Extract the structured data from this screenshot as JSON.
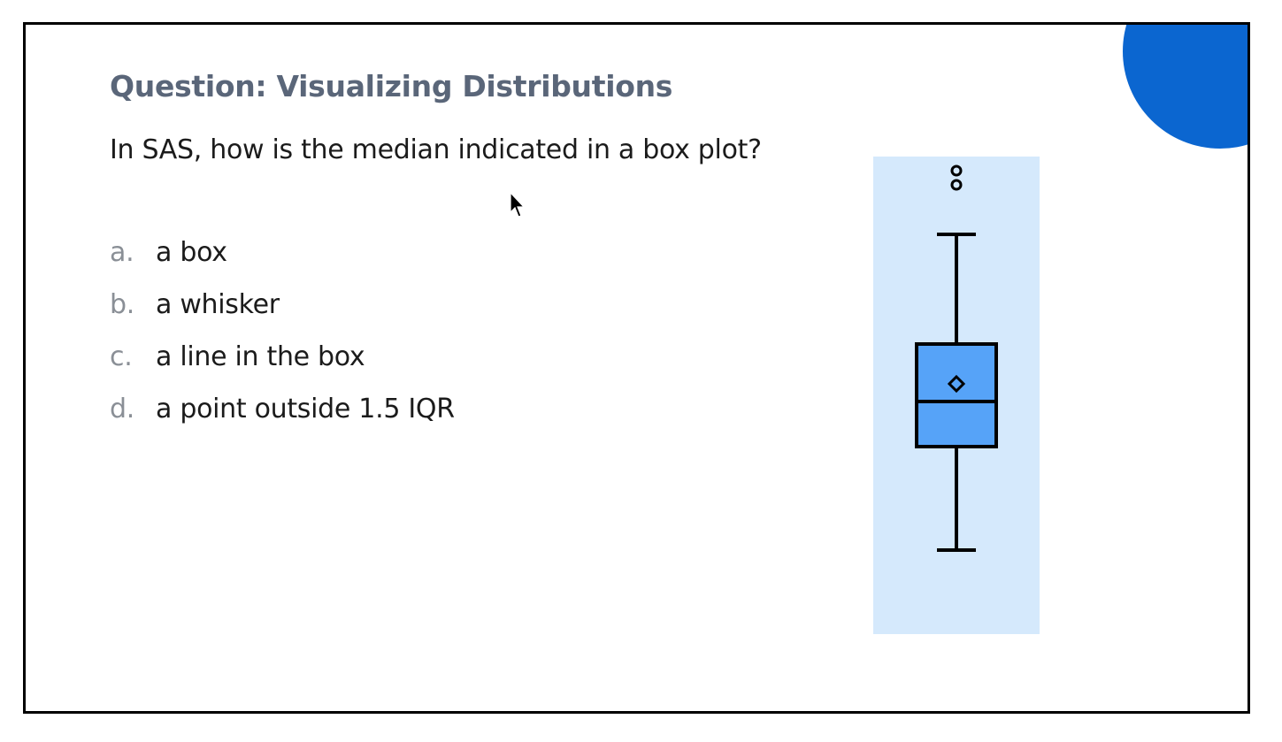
{
  "slide": {
    "title": "Question: Visualizing Distributions",
    "question": "In SAS, how is the median indicated in a box plot?",
    "options": [
      {
        "letter": "a.",
        "text": "a box"
      },
      {
        "letter": "b.",
        "text": "a whisker"
      },
      {
        "letter": "c.",
        "text": "a line in the box"
      },
      {
        "letter": "d.",
        "text": "a point outside 1.5 IQR"
      }
    ]
  },
  "colors": {
    "accent_circle": "#0b66d0",
    "plot_background": "#d5e9fc",
    "box_fill": "#56a3f8",
    "stroke": "#000000",
    "title_color": "#5a6679",
    "option_letter_color": "#8a8f96"
  },
  "icons": {
    "cursor": "arrow-pointer-icon"
  }
}
